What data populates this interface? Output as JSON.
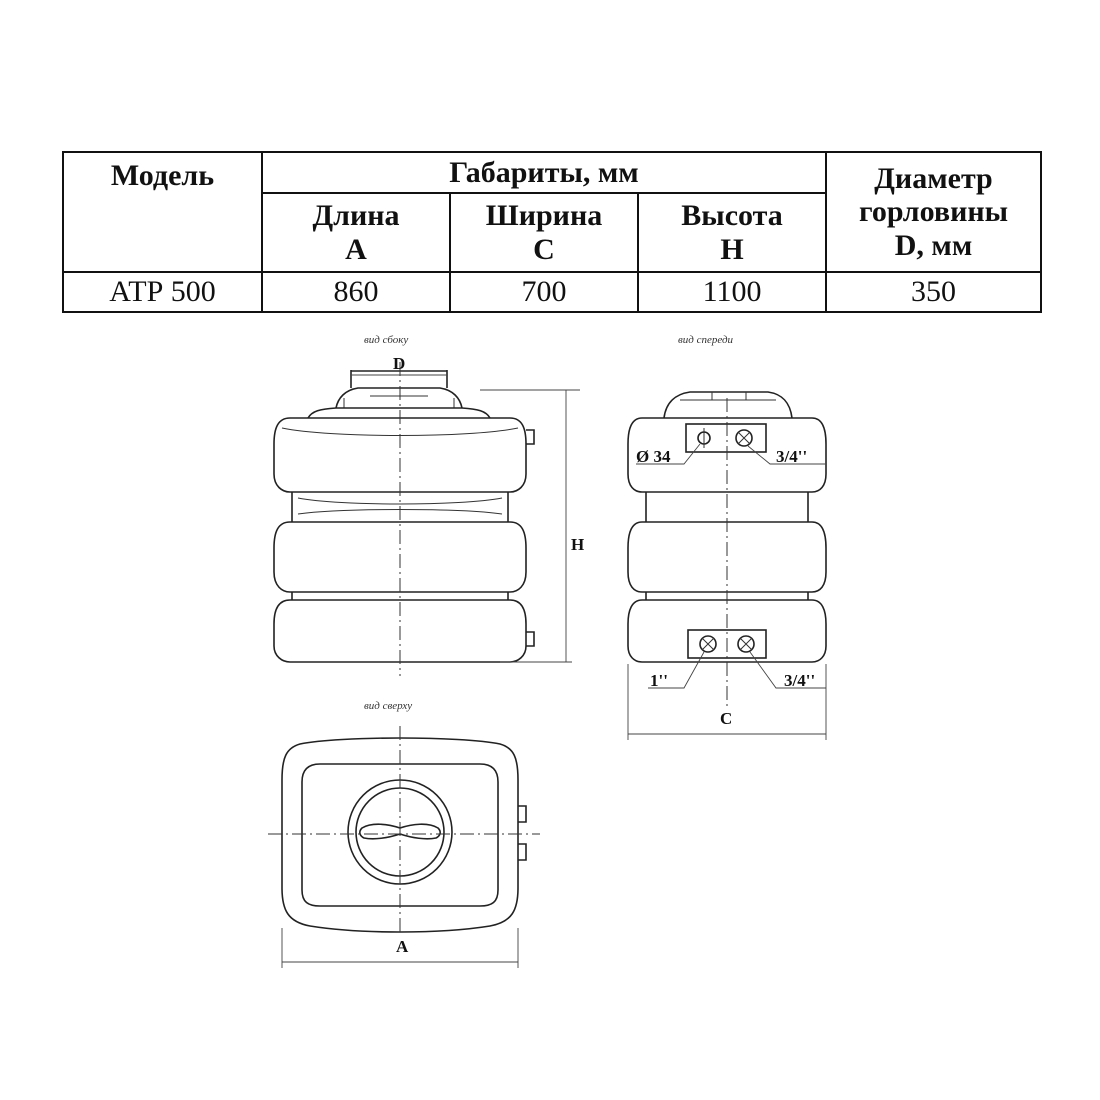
{
  "table": {
    "headers": {
      "model": "Модель",
      "dimensions_group": "Габариты, мм",
      "length": "Длина",
      "length_letter": "А",
      "width": "Ширина",
      "width_letter": "С",
      "height": "Высота",
      "height_letter": "Н",
      "neck_line1": "Диаметр",
      "neck_line2": "горловины",
      "neck_line3": "D, мм"
    },
    "rows": [
      {
        "model": "АТР 500",
        "length": "860",
        "width": "700",
        "height": "1100",
        "neck": "350"
      }
    ]
  },
  "views": {
    "front_caption": "вид сбоку",
    "side_caption": "вид спереди",
    "top_caption": "вид сверху"
  },
  "dimensions": {
    "neck": "D",
    "height": "H",
    "width": "C",
    "length": "A",
    "diameter_34": "Ø 34",
    "fitting_34_top": "3/4''",
    "fitting_1": "1''",
    "fitting_34_bottom": "3/4''"
  }
}
